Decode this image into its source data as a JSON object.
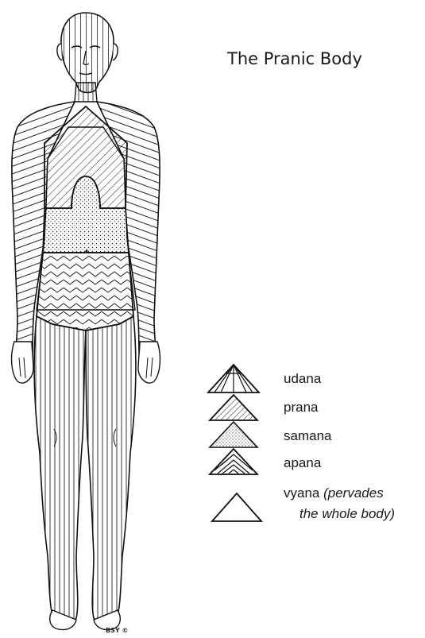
{
  "title": "The Pranic Body",
  "copyright": "BSY ©",
  "legend": {
    "udana": "udana",
    "prana": "prana",
    "samana": "samana",
    "apana": "apana",
    "vyana_name": "vyana",
    "vyana_note_line1": "(pervades",
    "vyana_note_line2": "the whole body)"
  }
}
